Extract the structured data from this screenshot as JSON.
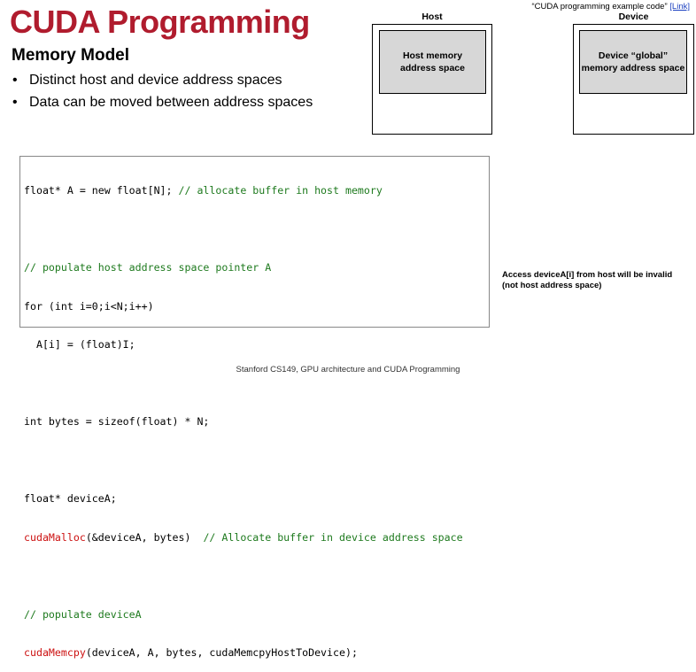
{
  "title": "CUDA Programming",
  "subtitle": "Memory Model",
  "bullets": [
    "Distinct host and device address spaces",
    "Data can be moved between address spaces"
  ],
  "reference": {
    "text": "“CUDA programming example code” ",
    "link": "[Link]"
  },
  "diagram": {
    "host_label": "Host",
    "device_label": "Device",
    "host_mem_line1": "Host memory",
    "host_mem_line2": "address space",
    "device_mem_line1": "Device “global”",
    "device_mem_line2": "memory address space"
  },
  "code": {
    "l1a": "float* A = new float[N]; ",
    "l1b": "// allocate buffer in host memory",
    "l2": "// populate host address space pointer A",
    "l3": "for (int i=0;i<N;i++)",
    "l4": "  A[i] = (float)I;",
    "l5": "int bytes = sizeof(float) * N;",
    "l6": "float* deviceA;",
    "l7a": "cudaMalloc",
    "l7b": "(&deviceA, bytes)  ",
    "l7c": "// Allocate buffer in device address space",
    "l8": "// populate deviceA",
    "l9a": "cudaMemcpy",
    "l9b": "(deviceA, A, bytes, cudaMemcpyHostToDevice);"
  },
  "note_line1": "Access deviceA[i] from host will be invalid",
  "note_line2": "(not host address space)",
  "footer": "Stanford CS149, GPU architecture and CUDA Programming",
  "colors": {
    "title": "#b01c2e",
    "comment": "#1e7a1e",
    "cuda_call": "#cc1111",
    "memory_box": "#d7d7d7"
  }
}
